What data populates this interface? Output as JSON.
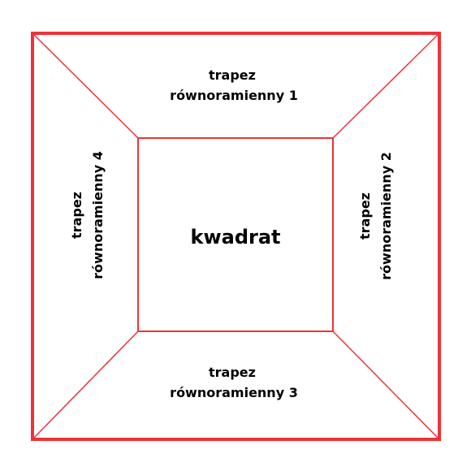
{
  "colors": {
    "line": "#ee3236",
    "text": "#000000",
    "background": "#ffffff"
  },
  "diagram": {
    "center_label": "kwadrat",
    "trapezoids": [
      {
        "line1": "trapez",
        "line2": "równoramienny 1"
      },
      {
        "line1": "trapez",
        "line2": "równoramienny 2"
      },
      {
        "line1": "trapez",
        "line2": "równoramienny 3"
      },
      {
        "line1": "trapez",
        "line2": "równoramienny 4"
      }
    ]
  }
}
